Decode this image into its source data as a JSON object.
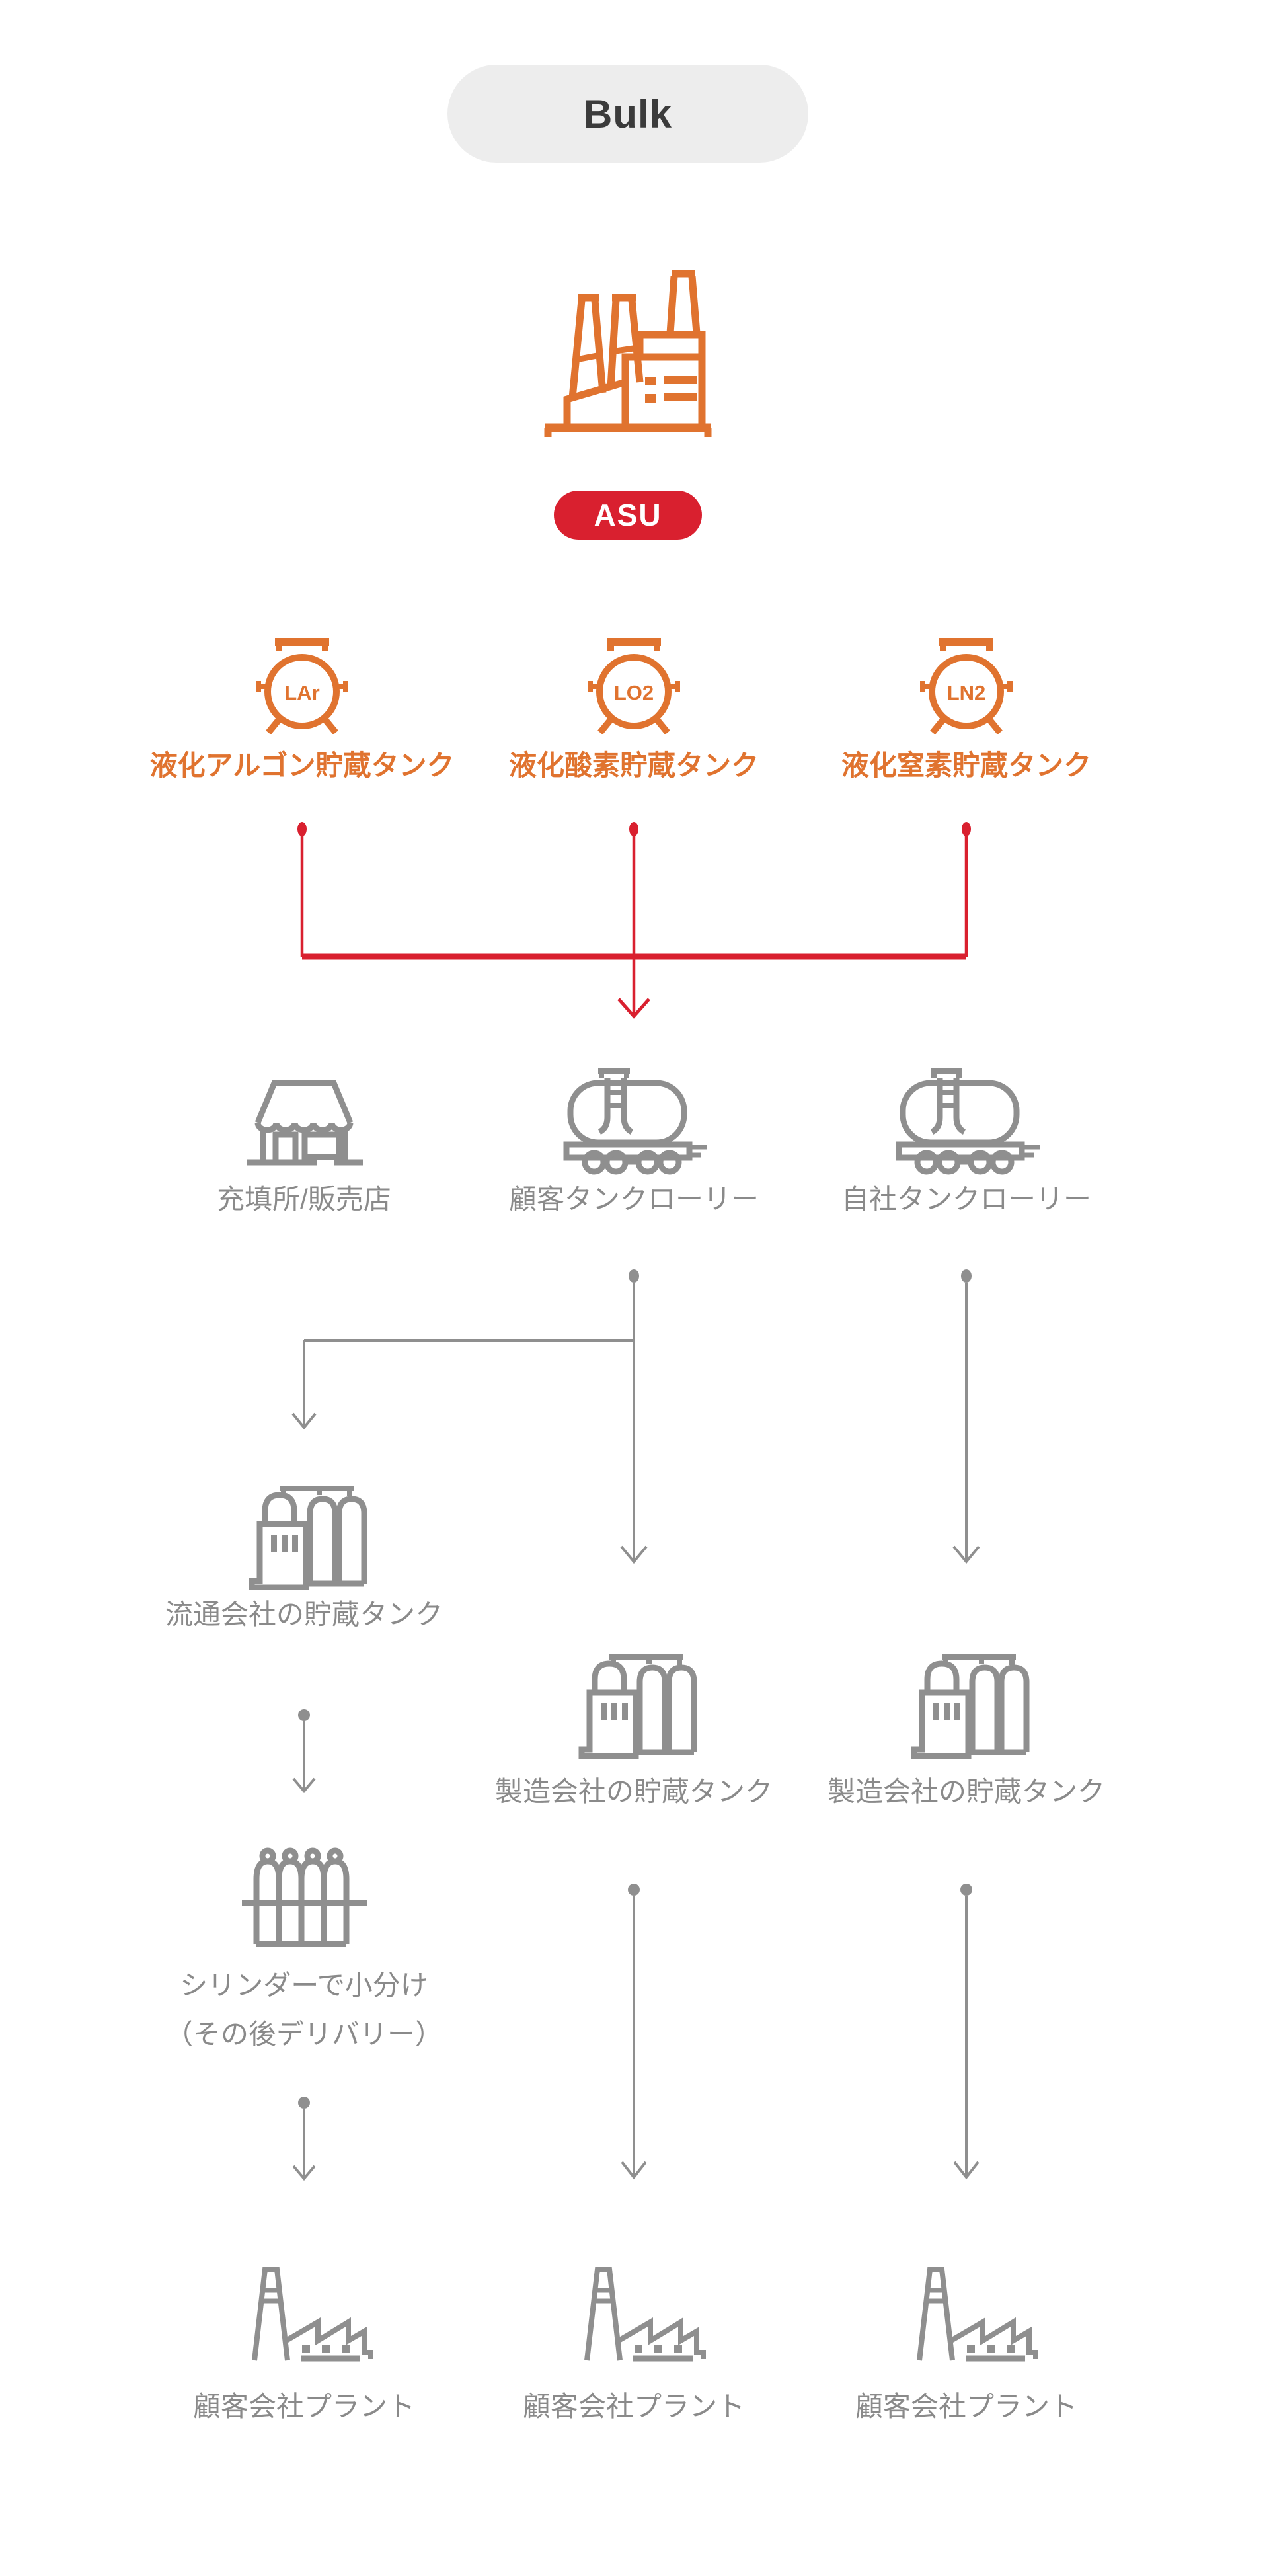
{
  "title_pill": {
    "label": "Bulk"
  },
  "plant_source": {
    "badge": "ASU"
  },
  "storage_tanks": [
    {
      "code": "LAr",
      "label": "液化アルゴン貯蔵タンク"
    },
    {
      "code": "LO2",
      "label": "液化酸素貯蔵タンク"
    },
    {
      "code": "LN2",
      "label": "液化窒素貯蔵タンク"
    }
  ],
  "distribution_row": [
    {
      "label": "充填所/販売店"
    },
    {
      "label": "顧客タンクローリー"
    },
    {
      "label": "自社タンクローリー"
    }
  ],
  "storage_row": {
    "distributor_tank": "流通会社の貯蔵タンク",
    "manufacturer_tank_center": "製造会社の貯蔵タンク",
    "manufacturer_tank_right": "製造会社の貯蔵タンク"
  },
  "cylinder_step": {
    "line1": "シリンダーで小分け",
    "line2": "（その後デリバリー）"
  },
  "customer_plants": [
    {
      "label": "顧客会社プラント"
    },
    {
      "label": "顧客会社プラント"
    },
    {
      "label": "顧客会社プラント"
    }
  ],
  "colors": {
    "orange": "#E0732F",
    "red": "#D9202F",
    "icon_gray": "#8F8F8F",
    "label_gray": "#8A8A8A",
    "pill_bg": "#EDEDED",
    "pill_text": "#3B3B3B"
  }
}
